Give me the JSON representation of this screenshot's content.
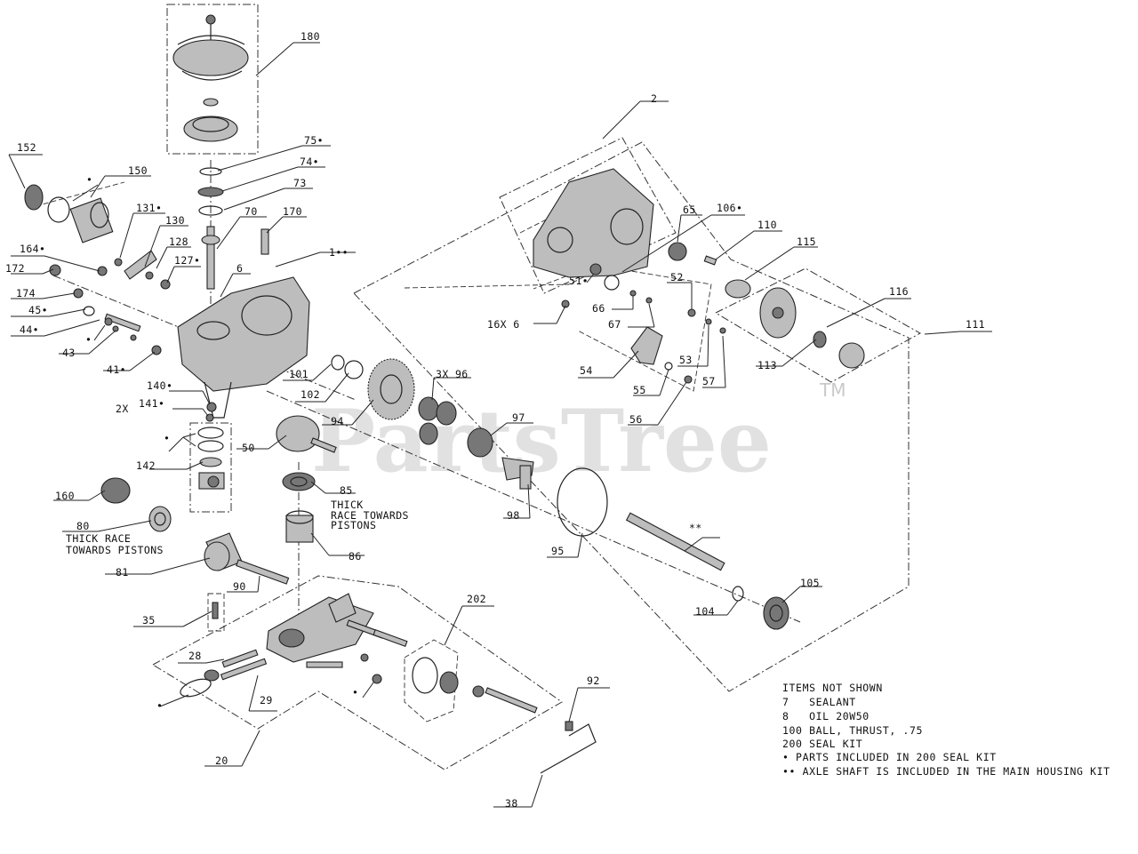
{
  "watermark": {
    "brand": "PartsTree",
    "trademark": "TM"
  },
  "callouts": {
    "c180": "180",
    "c75": "75•",
    "c74": "74•",
    "c73": "73",
    "c70": "70",
    "c170": "170",
    "c152": "152",
    "c150": "150",
    "c131": "131•",
    "c130": "130",
    "c128": "128",
    "c127": "127•",
    "c164": "164•",
    "c172": "172",
    "c174": "174",
    "c45": "45•",
    "c44": "44•",
    "c43": "43",
    "c41": "41•",
    "c6": "6",
    "c1": "1••",
    "c140": "140•",
    "c141": "141•",
    "c2x": "2X",
    "c142": "142",
    "c160": "160",
    "c80": "80",
    "c80note1": "THICK RACE",
    "c80note2": "TOWARDS PISTONS",
    "c81": "81",
    "c90": "90",
    "c35": "35",
    "c28": "28",
    "c29": "29",
    "c20": "20",
    "c38": "38",
    "c92": "92",
    "c202": "202",
    "c101": "101",
    "c102": "102",
    "c94": "94",
    "c50": "50",
    "c85": "85",
    "c85note1": "THICK",
    "c85note2": "RACE TOWARDS",
    "c85note3": "PISTONS",
    "c86": "86",
    "c3x96": "3X 96",
    "c97": "97",
    "c98": "98",
    "c95": "95",
    "c104": "104",
    "c105": "105",
    "c2": "2",
    "c65": "65",
    "c106": "106•",
    "c110": "110",
    "c115": "115",
    "c116": "116",
    "c111": "111",
    "c113": "113",
    "c51": "51•",
    "c16x6": "16X 6",
    "c66": "66",
    "c67": "67",
    "c52": "52",
    "c53": "53",
    "c54": "54",
    "c55": "55",
    "c56": "56",
    "c57": "57",
    "bullet": "•",
    "dbl": "**"
  },
  "notes": {
    "heading": "ITEMS NOT SHOWN",
    "lines": [
      "7   SEALANT",
      "8   OIL 20W50",
      "100 BALL, THRUST, .75",
      "200 SEAL KIT",
      "• PARTS INCLUDED IN 200 SEAL KIT",
      "•• AXLE SHAFT IS INCLUDED IN THE MAIN HOUSING KIT"
    ]
  }
}
